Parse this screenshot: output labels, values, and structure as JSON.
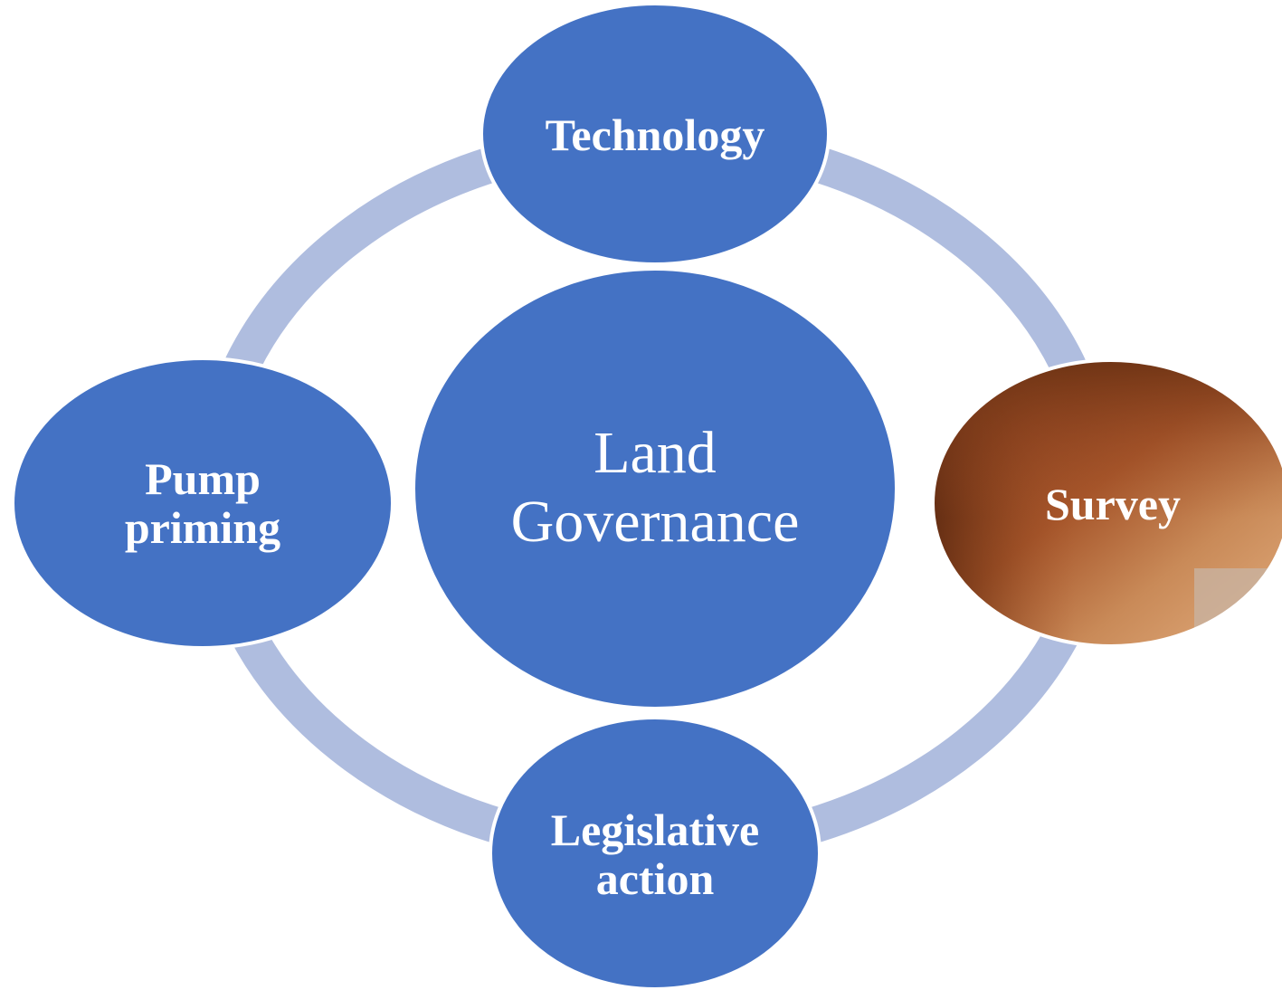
{
  "diagram": {
    "center": {
      "lines": [
        "Land",
        "Governance"
      ]
    },
    "nodes": [
      {
        "id": "technology",
        "lines": [
          "Technology"
        ]
      },
      {
        "id": "survey",
        "lines": [
          "Survey"
        ]
      },
      {
        "id": "legislative-action",
        "lines": [
          "Legislative",
          "action"
        ]
      },
      {
        "id": "pump-priming",
        "lines": [
          "Pump",
          "priming"
        ]
      }
    ]
  },
  "colors": {
    "node_fill": "#4472C4",
    "node_stroke": "#ffffff",
    "ring": "#AFBDDF",
    "survey_dark": "#6B3213",
    "survey_mid": "#A6552A",
    "survey_light": "#D9A070",
    "survey_highlight": "#C8B4A4"
  },
  "icons": [
    "cycle-ring"
  ]
}
